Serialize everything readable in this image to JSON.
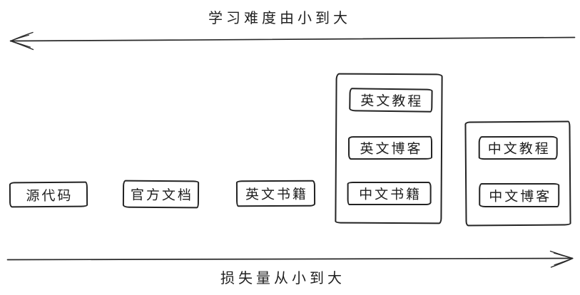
{
  "colors": {
    "ink": "#292929",
    "background": "#ffffff"
  },
  "axes": {
    "top": {
      "label": "学习难度由小到大",
      "direction": "left"
    },
    "bottom": {
      "label": "损失量从小到大",
      "direction": "right"
    }
  },
  "standalone_boxes": [
    {
      "label": "源代码"
    },
    {
      "label": "官方文档"
    },
    {
      "label": "英文书籍"
    }
  ],
  "groups": [
    {
      "name": "english-resources-group",
      "items": [
        {
          "label": "英文教程"
        },
        {
          "label": "英文博客"
        },
        {
          "label": "中文书籍"
        }
      ]
    },
    {
      "name": "chinese-resources-group",
      "items": [
        {
          "label": "中文教程"
        },
        {
          "label": "中文博客"
        }
      ]
    }
  ]
}
